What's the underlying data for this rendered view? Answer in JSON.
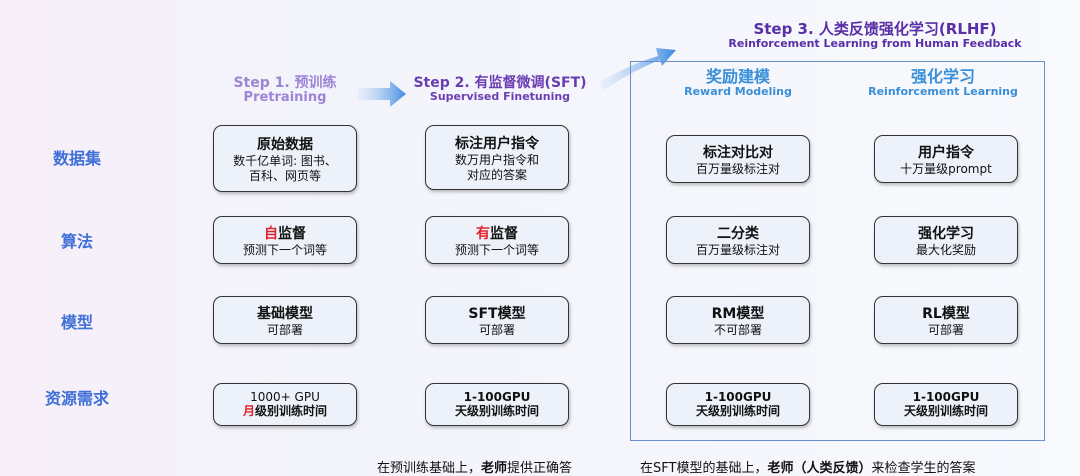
{
  "steps": [
    {
      "title": "Step 1. 预训练",
      "subtitle": "Pretraining",
      "color": "#9d85d6"
    },
    {
      "title": "Step 2. 有监督微调(SFT)",
      "subtitle": "Supervised Finetuning",
      "color": "#6a3db3"
    },
    {
      "title": "Step 3. 人类反馈强化学习(RLHF)",
      "subtitle": "Reinforcement Learning from Human Feedback",
      "color": "#5a2ea6"
    }
  ],
  "rlhf_columns": [
    {
      "title": "奖励建模",
      "subtitle": "Reward Modeling"
    },
    {
      "title": "强化学习",
      "subtitle": "Reinforcement Learning"
    }
  ],
  "rows": [
    "数据集",
    "算法",
    "模型",
    "资源需求"
  ],
  "cells": {
    "pretrain": {
      "data": {
        "head": "原始数据",
        "desc": "数千亿单词: 图书、百科、网页等"
      },
      "algo": {
        "head_em": "自",
        "head": "监督",
        "desc": "预测下一个词等"
      },
      "model": {
        "head": "基础模型",
        "desc": "可部署"
      },
      "res": {
        "head": "1000+ GPU",
        "desc_em": "月",
        "desc": "级别训练时间"
      }
    },
    "sft": {
      "data": {
        "head": "标注用户指令",
        "desc": "数万用户指令和对应的答案"
      },
      "algo": {
        "head_em": "有",
        "head": "监督",
        "desc": "预测下一个词等"
      },
      "model": {
        "head": "SFT模型",
        "desc": "可部署"
      },
      "res": {
        "head": "1-100GPU",
        "desc": "天级别训练时间"
      }
    },
    "rm": {
      "data": {
        "head": "标注对比对",
        "desc": "百万量级标注对"
      },
      "algo": {
        "head": "二分类",
        "desc": "百万量级标注对"
      },
      "model": {
        "head": "RM模型",
        "desc": "不可部署"
      },
      "res": {
        "head": "1-100GPU",
        "desc": "天级别训练时间"
      }
    },
    "rl": {
      "data": {
        "head": "用户指令",
        "desc": "十万量级prompt"
      },
      "algo": {
        "head": "强化学习",
        "desc": "最大化奖励"
      },
      "model": {
        "head": "RL模型",
        "desc": "可部署"
      },
      "res": {
        "head": "1-100GPU",
        "desc": "天级别训练时间"
      }
    }
  },
  "footer": {
    "sft_pre": "在预训练基础上，",
    "sft_bold": "老师",
    "sft_post": "提供正确答",
    "rlhf_pre": "在SFT模型的基础上，",
    "rlhf_bold": "老师（人类反馈）",
    "rlhf_post": "来检查学生的答案"
  }
}
